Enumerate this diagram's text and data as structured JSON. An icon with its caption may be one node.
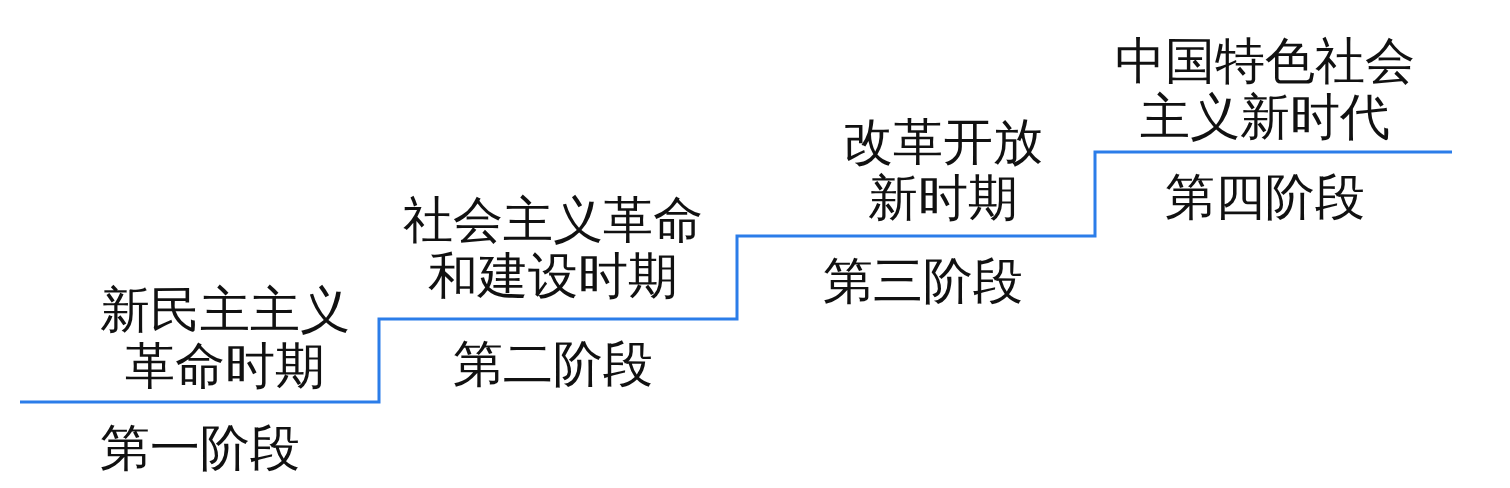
{
  "diagram": {
    "labels": [
      "新民主主义革命时期",
      "第一阶段",
      "社会主义革命和建设时期",
      "第二阶段",
      "改革开放新时期",
      "第三阶段",
      "中国特色社会主义新时代",
      "第四阶段"
    ]
  }
}
